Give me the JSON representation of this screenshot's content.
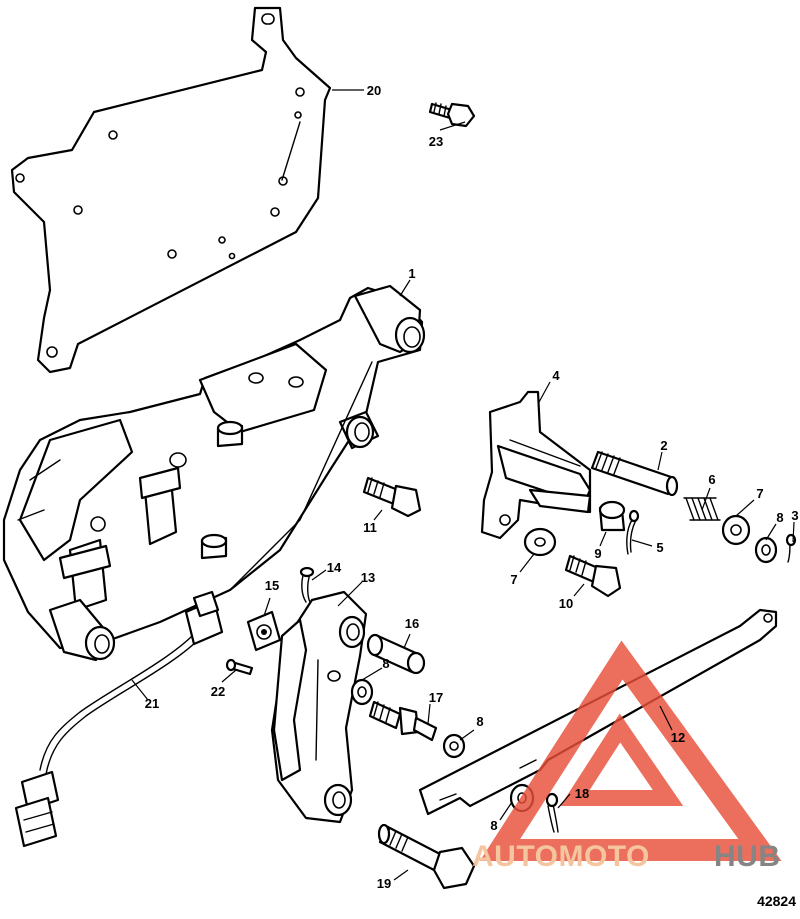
{
  "diagram": {
    "reference_number": "42824",
    "callouts": [
      {
        "id": "c1",
        "label": "1"
      },
      {
        "id": "c2",
        "label": "2"
      },
      {
        "id": "c3",
        "label": "3"
      },
      {
        "id": "c4",
        "label": "4"
      },
      {
        "id": "c5",
        "label": "5"
      },
      {
        "id": "c6",
        "label": "6"
      },
      {
        "id": "c7a",
        "label": "7"
      },
      {
        "id": "c7b",
        "label": "7"
      },
      {
        "id": "c8a",
        "label": "8"
      },
      {
        "id": "c8b",
        "label": "8"
      },
      {
        "id": "c8c",
        "label": "8"
      },
      {
        "id": "c8d",
        "label": "8"
      },
      {
        "id": "c9",
        "label": "9"
      },
      {
        "id": "c10",
        "label": "10"
      },
      {
        "id": "c11",
        "label": "11"
      },
      {
        "id": "c12",
        "label": "12"
      },
      {
        "id": "c13",
        "label": "13"
      },
      {
        "id": "c14",
        "label": "14"
      },
      {
        "id": "c15",
        "label": "15"
      },
      {
        "id": "c16",
        "label": "16"
      },
      {
        "id": "c17",
        "label": "17"
      },
      {
        "id": "c18",
        "label": "18"
      },
      {
        "id": "c19",
        "label": "19"
      },
      {
        "id": "c20",
        "label": "20"
      },
      {
        "id": "c21",
        "label": "21"
      },
      {
        "id": "c22",
        "label": "22"
      },
      {
        "id": "c23",
        "label": "23"
      }
    ]
  },
  "watermark": {
    "part1": "AUTOMOTO",
    "part2": "HUB",
    "color_primary": "#e8503a",
    "color_secondary": "#6b6b6b"
  }
}
